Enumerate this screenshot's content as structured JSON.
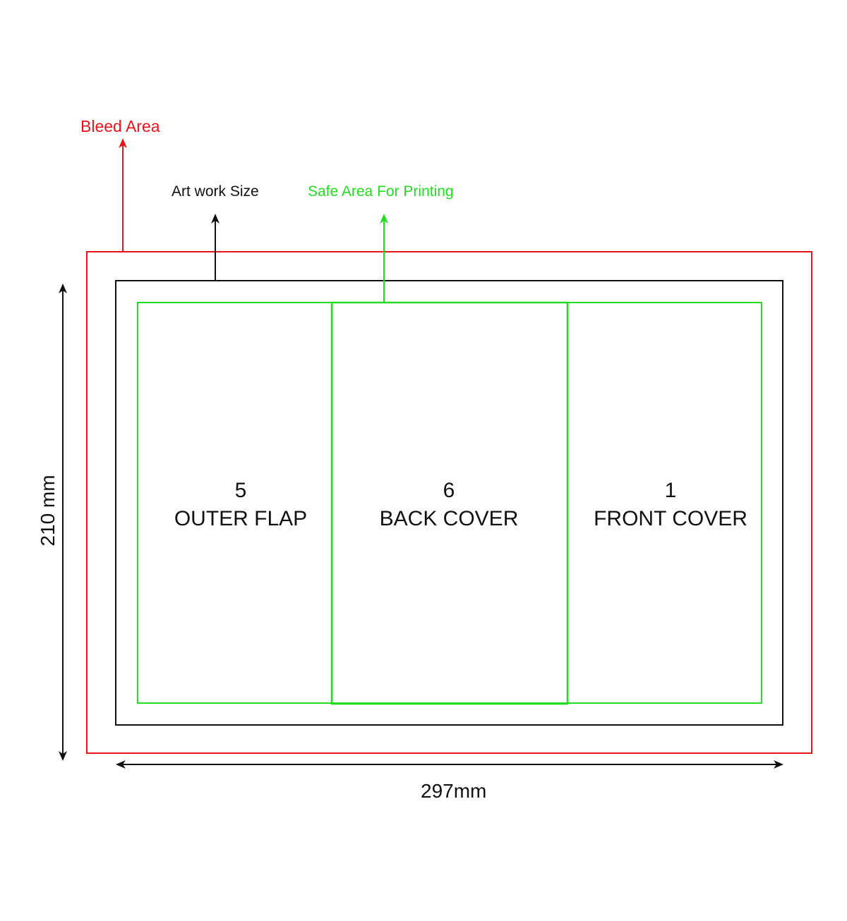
{
  "labels": {
    "bleed_area": "Bleed Area",
    "artwork_size": "Art work Size",
    "safe_area": "Safe Area For Printing",
    "width": "297mm",
    "height": "210 mm"
  },
  "panels": [
    {
      "number": "5",
      "name": "OUTER FLAP"
    },
    {
      "number": "6",
      "name": "BACK COVER"
    },
    {
      "number": "1",
      "name": "FRONT COVER"
    }
  ],
  "colors": {
    "bleed": "#e8141b",
    "artwork": "#111111",
    "safe": "#22dd22"
  }
}
